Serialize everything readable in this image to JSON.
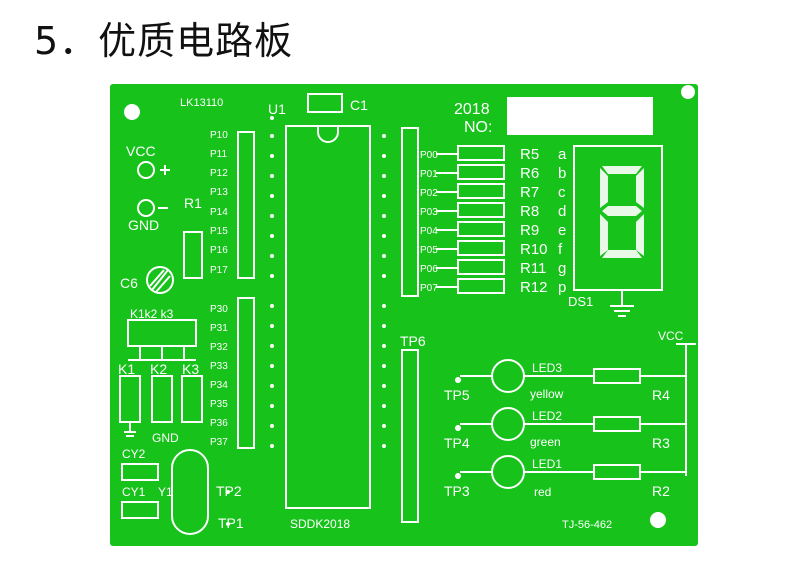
{
  "heading": "5．优质电路板",
  "board": {
    "model": "LK13110",
    "u1": "U1",
    "c1": "C1",
    "year": "2018",
    "no_label": "NO:",
    "vcc": "VCC",
    "gnd": "GND",
    "r1": "R1",
    "c6": "C6",
    "keys_header": "K1k2 k3",
    "k1": "K1",
    "k2": "K2",
    "k3": "K3",
    "cy2": "CY2",
    "cy1": "CY1",
    "y1": "Y1",
    "tp1": "TP1",
    "tp2": "TP2",
    "tp3": "TP3",
    "tp4": "TP4",
    "tp5": "TP5",
    "tp6": "TP6",
    "chip_label": "SDDK2018",
    "ds1": "DS1",
    "vcc_right": "VCC",
    "led3": "LED3",
    "led2": "LED2",
    "led1": "LED1",
    "yellow": "yellow",
    "green": "green",
    "red": "red",
    "r4": "R4",
    "r3": "R3",
    "r2": "R2",
    "code": "TJ-56-462",
    "p1_pins": [
      "P10",
      "P11",
      "P12",
      "P13",
      "P14",
      "P15",
      "P16",
      "P17"
    ],
    "p3_pins": [
      "P30",
      "P31",
      "P32",
      "P33",
      "P34",
      "P35",
      "P36",
      "P37"
    ],
    "p0_pins": [
      "P00",
      "P01",
      "P02",
      "P03",
      "P04",
      "P05",
      "P06",
      "P07"
    ],
    "resistors": [
      "R5",
      "R6",
      "R7",
      "R8",
      "R9",
      "R10",
      "R11",
      "R12"
    ],
    "segments": [
      "a",
      "b",
      "c",
      "d",
      "e",
      "f",
      "g",
      "p"
    ],
    "digit": "8"
  },
  "colors": {
    "board": "#17c21b",
    "silk": "#ffffff"
  }
}
